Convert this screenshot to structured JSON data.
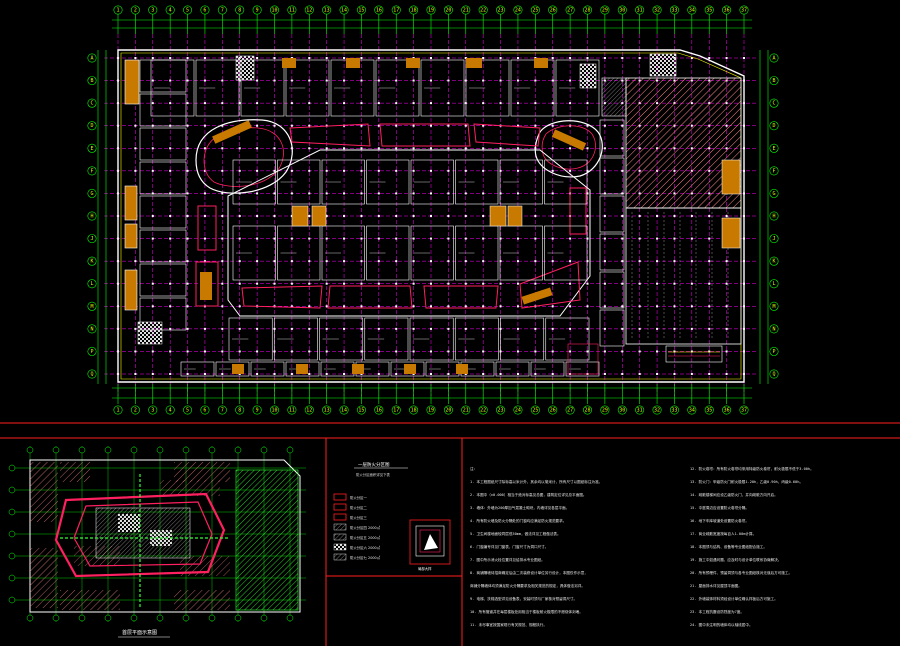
{
  "colors": {
    "background": "#000000",
    "grid": "#ff00ff",
    "dims": "#00ff00",
    "wall": "#ffffff",
    "structure": "#ffff00",
    "accent": "#ff0000",
    "hatch": "#ff8080",
    "stair": "#c87a00",
    "frame": "#ff2020",
    "cyan": "#00ffff",
    "green_fill": "#22cc22"
  },
  "plan": {
    "column_axes": [
      "1",
      "2",
      "3",
      "4",
      "5",
      "6",
      "7",
      "8",
      "9",
      "10",
      "11",
      "12",
      "13",
      "14",
      "15",
      "16",
      "17",
      "18",
      "19",
      "20",
      "21",
      "22",
      "23",
      "24",
      "25",
      "26",
      "27",
      "28",
      "29",
      "30",
      "31",
      "32",
      "33",
      "34",
      "35",
      "36",
      "37"
    ],
    "row_axes": [
      "A",
      "B",
      "C",
      "D",
      "E",
      "F",
      "G",
      "H",
      "J",
      "K",
      "L",
      "M",
      "N",
      "P",
      "Q"
    ]
  },
  "key_plan": {
    "title": "首层平面示意图"
  },
  "legend": {
    "title": "一层防火分区图",
    "subtitle": "防火分区面积详见下表",
    "items": [
      "防火分区一",
      "防火分区二",
      "防火分区三",
      "防火分区四  2000㎡",
      "防火分区五  2000㎡",
      "防火分区六  2000㎡",
      "防火分区七  2000㎡"
    ],
    "detail_label": "局部大样"
  },
  "notes": {
    "col1": [
      "注：",
      "1. 本工程图纸尺寸除标高以米计外，其余均以毫米计，所有尺寸以图纸标注为准。",
      "2. 本图中（±0.000）相当于绝对标高见总图，建筑定位详见总平面图。",
      "3. 墙体：外墙为200厚加气混凝土砌块，内墙详见各层平面。",
      "4. 所有防火墙及防火分隔处的门窗均应满足防火规范要求。",
      "5. 卫生间楼地面较同层低30mm，做法详见工程做法表。",
      "6. 门窗编号详见门窗表，门窗尺寸为洞口尺寸。",
      "7. 图中所示消火栓位置详见给排水专业图纸。",
      "8. 商铺隔墙待招商确定后由二次装修设计单位另行设计，本图仅作示意，",
      "   商铺分隔墙体均须满足防火分隔要求及相关规范的规定，具体做法另详。",
      "9. 电梯、扶梯选型详见设备表，安装时须与厂家核对预留洞尺寸。",
      "10. 所有管道井在每层楼板处用相当于楼板耐火极限的不燃烧体封堵。",
      "11. 未尽事宜按国家现行有关规范、规程执行。"
    ],
    "col2": [
      "12. 防火卷帘：所有防火卷帘均采用特级防火卷帘，耐火极限不低于3.00h。",
      "13. 防火门：甲级防火门耐火极限1.20h，乙级0.90h，丙级0.60h。",
      "14. 疏散楼梯间应设乙级防火门，并向疏散方向开启。",
      "15. 中庭周边应设置防火卷帘分隔。",
      "16. 地下车库坡道处设置防火卷帘。",
      "17. 商业疏散宽度按每百人1.00m计算。",
      "18. 本图须与结构、设备等专业图纸配合施工。",
      "19. 施工中如遇问题，应及时与设计单位联系协商解决。",
      "20. 所有预埋件、预留洞须与各专业图纸核对无误后方可施工。",
      "21. 屋面排水详见屋顶平面图。",
      "22. 外墙装饰材料须经设计单位确认样板后方可施工。",
      "23. 本工程抗震设防烈度为7度。",
      "24. 图中未注明的墙体均以轴线居中。"
    ]
  }
}
